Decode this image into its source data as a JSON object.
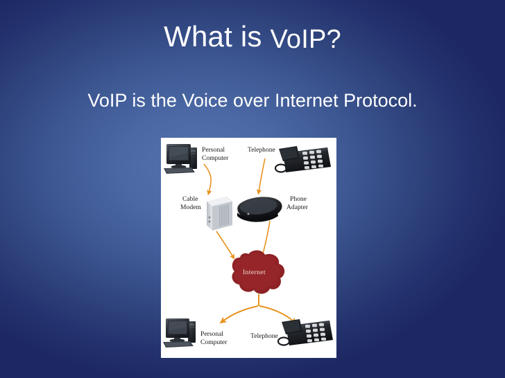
{
  "slide": {
    "title_main": "What is ",
    "title_acronym": "VoIP?",
    "subtitle": "VoIP is the Voice over Internet Protocol.",
    "background_color_center": "#5573ad",
    "background_color_edge": "#1d2862",
    "title_color": "#ffffff"
  },
  "diagram": {
    "panel_background": "#ffffff",
    "arrow_color": "#e8921e",
    "cloud_color": "#8e2226",
    "cloud_label": "Internet",
    "labels": {
      "top_personal_computer_line1": "Personal",
      "top_personal_computer_line2": "Computer",
      "top_telephone": "Telephone",
      "cable_modem_line1": "Cable",
      "cable_modem_line2": "Modem",
      "phone_adapter_line1": "Phone",
      "phone_adapter_line2": "Adapter",
      "bottom_personal_computer_line1": "Personal",
      "bottom_personal_computer_line2": "Computer",
      "bottom_telephone": "Telephone"
    },
    "devices": [
      {
        "name": "desktop-computer",
        "position": "top-left"
      },
      {
        "name": "desk-telephone",
        "position": "top-right"
      },
      {
        "name": "cable-modem",
        "position": "middle-left"
      },
      {
        "name": "phone-adapter",
        "position": "middle-right"
      },
      {
        "name": "internet-cloud",
        "position": "center"
      },
      {
        "name": "desktop-computer",
        "position": "bottom-left"
      },
      {
        "name": "desk-telephone",
        "position": "bottom-right"
      }
    ],
    "flow": [
      "Personal Computer -> Cable Modem",
      "Telephone -> Phone Adapter",
      "Cable Modem -> Internet",
      "Phone Adapter -> Internet",
      "Internet -> Personal Computer",
      "Internet -> Telephone"
    ]
  }
}
